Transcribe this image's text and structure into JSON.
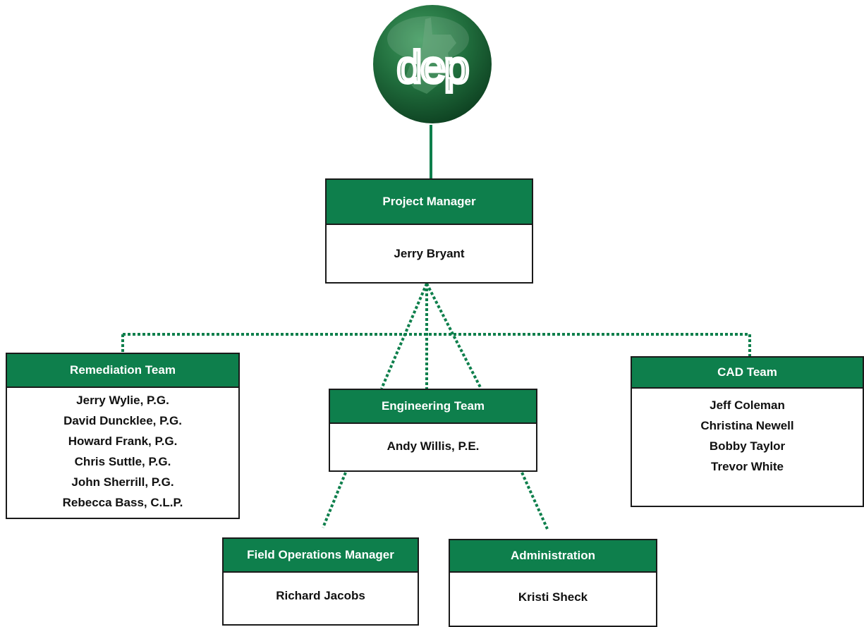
{
  "logo": {
    "text": "dep",
    "icon": "west-virginia-map-icon"
  },
  "colors": {
    "header_green": "#0e7f4c",
    "border": "#1a1a1a",
    "logo_green": "#1f6b3b"
  },
  "project_manager": {
    "title": "Project Manager",
    "members": [
      "Jerry Bryant"
    ]
  },
  "remediation_team": {
    "title": "Remediation Team",
    "members": [
      "Jerry Wylie, P.G.",
      "David Duncklee, P.G.",
      "Howard Frank, P.G.",
      "Chris Suttle, P.G.",
      "John Sherrill, P.G.",
      "Rebecca Bass, C.L.P."
    ]
  },
  "engineering_team": {
    "title": "Engineering Team",
    "members": [
      "Andy Willis, P.E."
    ]
  },
  "cad_team": {
    "title": "CAD Team",
    "members": [
      "Jeff Coleman",
      "Christina Newell",
      "Bobby Taylor",
      "Trevor White"
    ]
  },
  "field_operations": {
    "title": "Field Operations Manager",
    "members": [
      "Richard Jacobs"
    ]
  },
  "administration": {
    "title": "Administration",
    "members": [
      "Kristi Sheck"
    ]
  }
}
